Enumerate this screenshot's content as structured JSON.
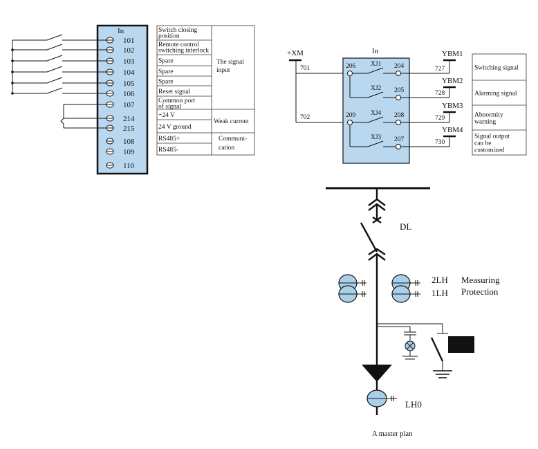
{
  "left_panel": {
    "header": "In",
    "terminals": [
      "101",
      "102",
      "103",
      "104",
      "105",
      "106",
      "107",
      "214",
      "215",
      "108",
      "109",
      "110"
    ],
    "signal_rows": [
      [
        "Switch closing",
        "position"
      ],
      [
        "Remote control",
        "switching interlock"
      ],
      [
        "Spare"
      ],
      [
        "Spare"
      ],
      [
        "Spare"
      ],
      [
        "Reset signal"
      ],
      [
        "Common port",
        "of signal"
      ],
      [
        "+24 V"
      ],
      [
        "24 V ground"
      ],
      [
        "RS485+"
      ],
      [
        "RS485-"
      ]
    ],
    "group_signal_input": [
      "The signal",
      "input"
    ],
    "group_weak_current": "Weak current",
    "group_communication": [
      "Communi-",
      "cation"
    ]
  },
  "right_panel": {
    "header": "In",
    "supply": "+XM",
    "wire_701": "701",
    "wire_702": "702",
    "relays": [
      {
        "name": "XJ1",
        "in": "206",
        "out": "204",
        "wire": "727",
        "ybm": "YBM1",
        "signal": [
          "Switching signal"
        ]
      },
      {
        "name": "XJ2",
        "in": "206",
        "out": "205",
        "wire": "728",
        "ybm": "YBM2",
        "signal": [
          "Alarming signal"
        ]
      },
      {
        "name": "XJ4",
        "in": "209",
        "out": "208",
        "wire": "729",
        "ybm": "YBM3",
        "signal": [
          "Abnormity",
          "warning"
        ]
      },
      {
        "name": "XJ3",
        "in": "209",
        "out": "207",
        "wire": "730",
        "ybm": "YBM4",
        "signal": [
          "Signal output",
          "can be",
          "customized"
        ]
      }
    ]
  },
  "master_plan": {
    "breaker": "DL",
    "ct_upper": "2LH",
    "ct_lower": "1LH",
    "ct_upper_desc": "Measuring",
    "ct_lower_desc": "Protection",
    "ct_zero": "LH0",
    "caption": "A master plan"
  }
}
